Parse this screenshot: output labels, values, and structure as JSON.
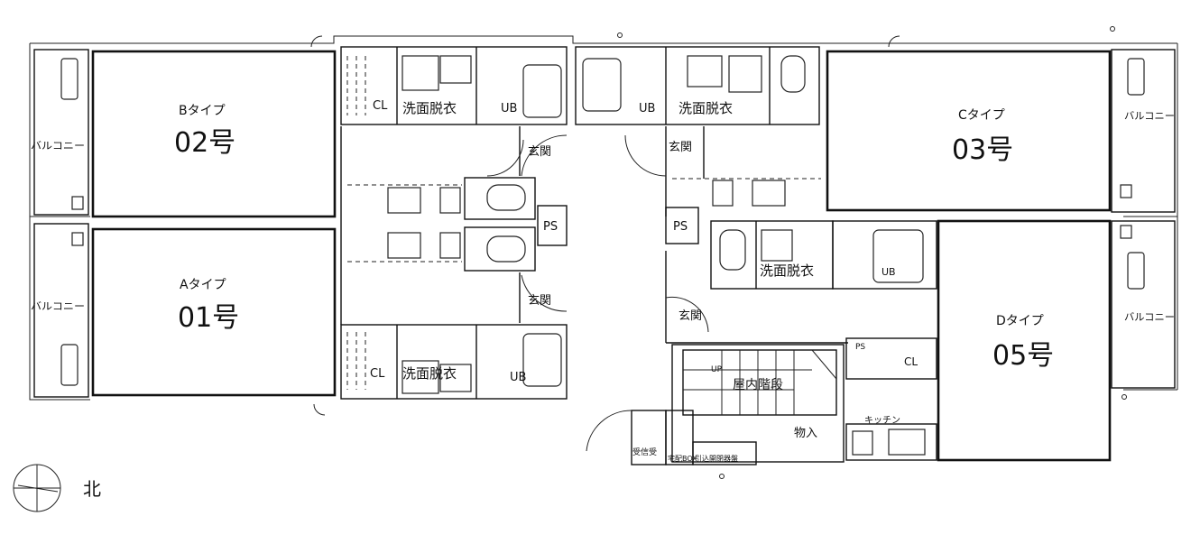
{
  "units": [
    {
      "id": "02",
      "type_label": "Bタイプ",
      "number_label": "02号"
    },
    {
      "id": "01",
      "type_label": "Aタイプ",
      "number_label": "01号"
    },
    {
      "id": "03",
      "type_label": "Cタイプ",
      "number_label": "03号"
    },
    {
      "id": "05",
      "type_label": "Dタイプ",
      "number_label": "05号"
    }
  ],
  "labels": {
    "balcony": "バルコニー",
    "cl": "CL",
    "washroom": "洗面脱衣",
    "ub": "UB",
    "entrance": "玄関",
    "ps": "PS",
    "stairs": "屋内階段",
    "up": "UP",
    "storage": "物入",
    "kitchen": "キッチン",
    "delivery_box": "宅配BOX",
    "alarm": "引込開閉器盤",
    "meter": "受信受",
    "north": "北"
  }
}
